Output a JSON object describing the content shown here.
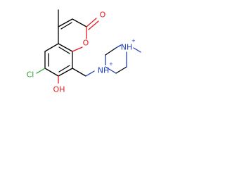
{
  "molecule": {
    "atoms": {
      "carbonyl_o": "O",
      "ring_o": "O",
      "cl": "Cl",
      "oh": "OH",
      "n1": "NH",
      "n1_charge": "+",
      "n2": "NH",
      "n2_charge": "+"
    },
    "colors": {
      "bond": "#000000",
      "oxygen": "#e31a1c",
      "nitrogen": "#1f3fbf",
      "chlorine": "#2ca02c",
      "background": "#ffffff"
    }
  }
}
